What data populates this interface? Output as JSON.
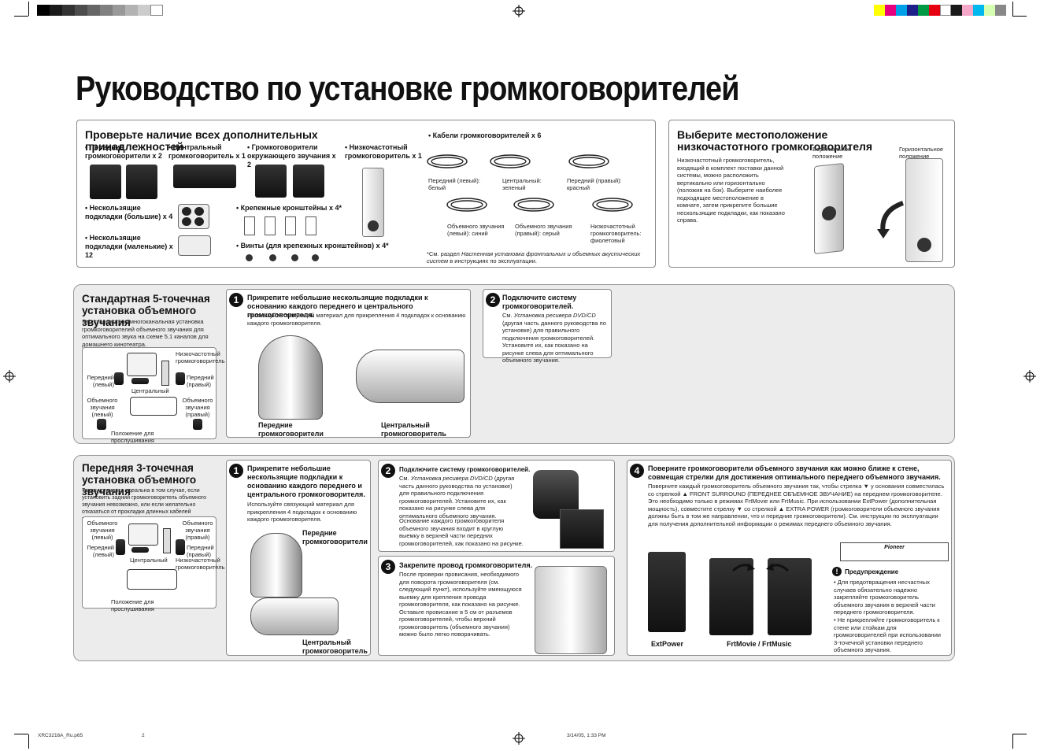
{
  "title": "Руководство по установке громкоговорителей",
  "check_section": {
    "title": "Проверьте наличие всех дополнительных принадлежностей",
    "items": [
      "• Передние громкоговорители x 2",
      "• Центральный громкоговоритель x 1",
      "• Громкоговорители окружающего звучания x 2",
      "• Низкочастотный громкоговоритель x 1",
      "• Нескользящие подкладки (большие) x 4",
      "• Нескользящие подкладки (маленькие) x 12",
      "• Крепежные кронштейны x 4*",
      "• Винты (для крепежных кронштейнов) x 4*"
    ],
    "cables_title": "• Кабели громкоговорителей x 6",
    "cables": [
      "Передний (левый): белый",
      "Центральный: зеленый",
      "Передний (правый): красный",
      "Объемного звучания (левый): синий",
      "Объемного звучания (правый): серый",
      "Низкочастотный громкоговоритель: фиолетовый"
    ],
    "footnote_prefix": "*См. раздел ",
    "footnote_italic": "Настенная установка фронтальных и объемных акустических систем",
    "footnote_suffix": " в инструкциях по эксплуатации."
  },
  "subwoofer_section": {
    "title": "Выберите местоположение низкочастотного громкоговорителя",
    "text": "Низкочастотный громкоговоритель, входящий в комплект поставки данной системы, можно расположить вертикально или горизонтально (положив на бок). Выберите наиболее подходящее местоположение в комнате, затем прикрепите большие нескользящие подкладки, как показано справа.",
    "vertical": "Вертикальное положение",
    "horizontal": "Горизонтальное положение"
  },
  "standard": {
    "title": "Стандартная 5-точечная установка объемного звучания",
    "text": "Это стандартная многоканальная установка громкоговорителей объемного звучания для оптимального звука на схеме 5.1 каналов для домашнего кинотеатра.",
    "diagram": {
      "sub": "Низкочастотный громкоговоритель",
      "front_left": "Передний (левый)",
      "front_right": "Передний (правый)",
      "center": "Центральный",
      "surround_left": "Объемного звучания (левый)",
      "surround_right": "Объемного звучания (правый)",
      "listening": "Положение для прослушивания"
    },
    "step1_num": "1",
    "step1_title": "Прикрепите небольшие нескользящие подкладки к основанию каждого переднего и центрального громкоговорителя.",
    "step1_text": "Используйте связующий материал для прикрепления 4 подкладок к основанию каждого громкоговорителя.",
    "step1_front": "Передние громкоговорители",
    "step1_center": "Центральный громкоговоритель",
    "step2_num": "2",
    "step2_title": "Подключите систему громкоговорителей.",
    "step2_prefix": "См. ",
    "step2_italic": "Установка ресивера DVD/CD",
    "step2_text": " (другая часть данного руководства по установке) для правильного подключения громкоговорителей. Установите их, как показано на рисунке слева для оптимального объемного звучания."
  },
  "front3": {
    "title": "Передняя 3-точечная установка объемного звучания",
    "text": "Такая установка идеальна в том случае, если установить задний громкоговоритель объемного звучания невозможно, или если желательно отказаться от прокладки длинных кабелей громкоговорителей в помещении для прослушивания.",
    "diagram": {
      "surround_left": "Объемного звучания (левый)",
      "surround_right": "Объемного звучания (правый)",
      "front_left": "Передний (левый)",
      "front_right": "Передний (правый)",
      "center": "Центральный",
      "sub": "Низкочастотный громкоговоритель",
      "listening": "Положение для прослушивания"
    },
    "step1_num": "1",
    "step1_title": "Прикрепите небольшие нескользящие подкладки к основанию каждого переднего и центрального громкоговорителя.",
    "step1_text": "Используйте связующий материал для прикрепления 4 подкладок к основанию каждого громкоговорителя.",
    "step1_front": "Передние громкоговорители",
    "step1_center": "Центральный громкоговоритель",
    "step2_num": "2",
    "step2_title": "Подключите систему громкоговорителей.",
    "step2_prefix": "См. ",
    "step2_italic": "Установка ресивера DVD/CD",
    "step2_text": " (другая часть данного руководства по установке) для правильного подключения громкоговорителей. Установите их, как показано на рисунке слева для оптимального объемного звучания.",
    "step2_text2": "Основание каждого громкоговорителя объемного звучания входит в круглую выемку в верхней части передних громкоговорителей, как показано на рисунке.",
    "step3_num": "3",
    "step3_title": "Закрепите провод громкоговорителя.",
    "step3_text": "После проверки провисания, необходимого для поворота громкоговорителя (см. следующий пункт), используйте имеющуюся выемку для крепления провода громкоговорителя, как показано на рисунке. Оставьте провисание в 5 см от разъемов громкоговорителей, чтобы верхний громкоговоритель (объемного звучания) можно было легко поворачивать.",
    "step4_num": "4",
    "step4_title": "Поверните громкоговорители объемного звучания как можно ближе к стене, совмещая стрелки для достижения оптимального переднего объемного звучания.",
    "step4_text": "Поверните каждый громкоговоритель объемного звучания так, чтобы стрелка ▼ у основания совместилась со стрелкой ▲ FRONT SURROUND (ПЕРЕДНЕЕ ОБЪЕМНОЕ ЗВУЧАНИЕ) на переднем громкоговорителе. Это необходимо только в режимах FrtMovie или FrtMusic. При использовании ExtPower (дополнительная мощность), совместите стрелку ▼ со стрелкой ▲ EXTRA POWER (громкоговорители объемного звучания должны быть в том же направлении, что и передние громкоговорители). См. инструкции по эксплуатации для получения дополнительной информации о режимах переднего объемного звучания.",
    "label_extpower": "ExtPower",
    "label_frt": "FrtMovie / FrtMusic",
    "caution_title": "Предупреждение",
    "caution_1": "• Для предотвращения несчастных случаев обязательно надежно закрепляйте громкоговоритель объемного звучания в верхней части переднего громкоговорителя.",
    "caution_2": "• Не прикрепляйте громкоговоритель к стене или стойкам для громкоговорителей при использовании 3-точечной установки переднего объемного звучания.",
    "brand": "Pioneer"
  },
  "footer": {
    "file": "XRC3216A_Ru.p65",
    "page": "2",
    "date": "3/14/05, 1:33 PM"
  },
  "colors": {
    "swatches_gray": [
      "#000000",
      "#1a1a1a",
      "#333333",
      "#4d4d4d",
      "#666666",
      "#808080",
      "#999999",
      "#b3b3b3",
      "#cccccc",
      "#ffffff"
    ],
    "swatches_color": [
      "#ffff00",
      "#e6007e",
      "#00a0e9",
      "#1d2088",
      "#009944",
      "#e60012",
      "#ffffff",
      "#1a1a1a",
      "#f4a7c8",
      "#00b7ee",
      "#d7ffb2",
      "#888888"
    ]
  }
}
